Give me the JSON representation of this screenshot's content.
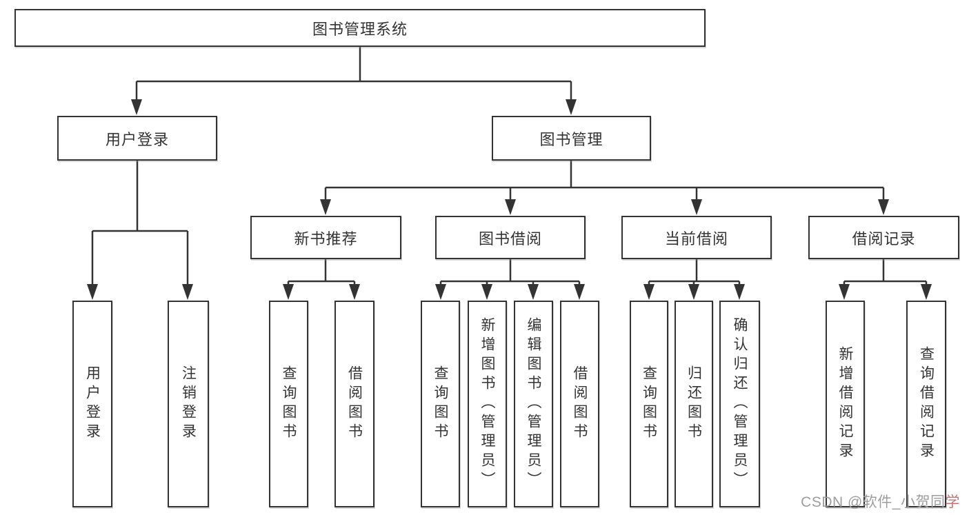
{
  "colors": {
    "line": "#333333",
    "box_border": "#333333",
    "text": "#333333",
    "background": "#ffffff",
    "watermark_gray": "#9d9d9d",
    "watermark_accent": "#c97070"
  },
  "diagram_type": "hierarchy-tree",
  "tree": {
    "root": "图书管理系统",
    "children": [
      {
        "label": "用户登录",
        "children": [
          "用户登录",
          "注销登录"
        ]
      },
      {
        "label": "图书管理",
        "children": [
          {
            "label": "新书推荐",
            "children": [
              "查询图书",
              "借阅图书"
            ]
          },
          {
            "label": "图书借阅",
            "children": [
              "查询图书",
              "新增图书（管理员）",
              "编辑图书（管理员）",
              "借阅图书"
            ]
          },
          {
            "label": "当前借阅",
            "children": [
              "查询图书",
              "归还图书",
              "确认归还（管理员）"
            ]
          },
          {
            "label": "借阅记录",
            "children": [
              "新增借阅记录",
              "查询借阅记录"
            ]
          }
        ]
      }
    ]
  },
  "watermark": {
    "text": "CSDN @软件_小贺同",
    "accent": "学"
  }
}
